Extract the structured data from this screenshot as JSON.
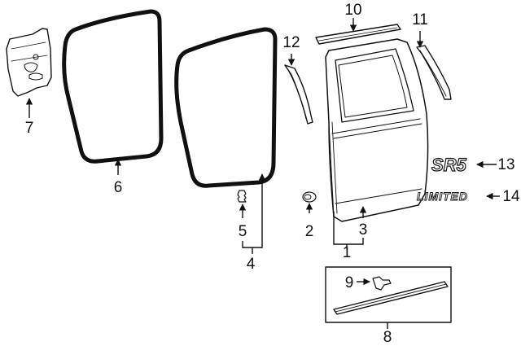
{
  "labels": {
    "p1": "1",
    "p2": "2",
    "p3": "3",
    "p4": "4",
    "p5": "5",
    "p6": "6",
    "p7": "7",
    "p8": "8",
    "p9": "9",
    "p10": "10",
    "p11": "11",
    "p12": "12",
    "p13": "13",
    "p14": "14"
  },
  "emblems": {
    "sr5": "SR5",
    "limited": "LIMITED"
  }
}
